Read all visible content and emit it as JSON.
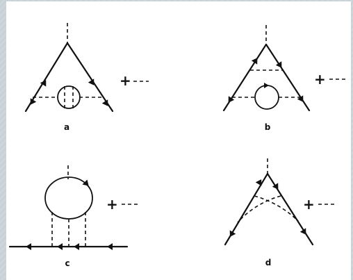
{
  "diagrams": [
    {
      "label": "a",
      "continuation": "+ ----"
    },
    {
      "label": "b",
      "continuation": "+ ----"
    },
    {
      "label": "c",
      "continuation": "+ ----"
    },
    {
      "label": "d",
      "continuation": "+ ----"
    }
  ]
}
